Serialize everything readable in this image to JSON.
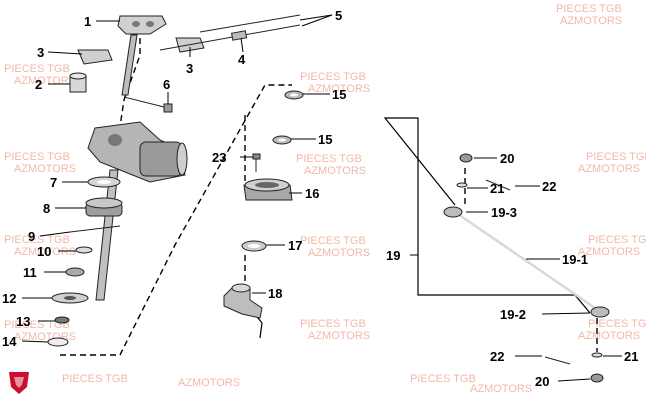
{
  "watermark": {
    "line1": "PIECES TGB",
    "line2": "AZMOTORS"
  },
  "callouts": {
    "c1": "1",
    "c2": "2",
    "c3a": "3",
    "c3b": "3",
    "c4": "4",
    "c5": "5",
    "c6": "6",
    "c7": "7",
    "c8": "8",
    "c9": "9",
    "c10": "10",
    "c11": "11",
    "c12": "12",
    "c13": "13",
    "c14": "14",
    "c15a": "15",
    "c15b": "15",
    "c16": "16",
    "c17": "17",
    "c18": "18",
    "c19": "19",
    "c19_1": "19-1",
    "c19_2": "19-2",
    "c19_3": "19-3",
    "c20a": "20",
    "c20b": "20",
    "c21a": "21",
    "c21b": "21",
    "c22a": "22",
    "c22b": "22",
    "c23": "23"
  },
  "colors": {
    "watermark": "#f2b8a8",
    "logo": "#c8102e",
    "line": "#000000",
    "part_fill": "#c8c8c8",
    "part_dark": "#8a8a8a"
  }
}
